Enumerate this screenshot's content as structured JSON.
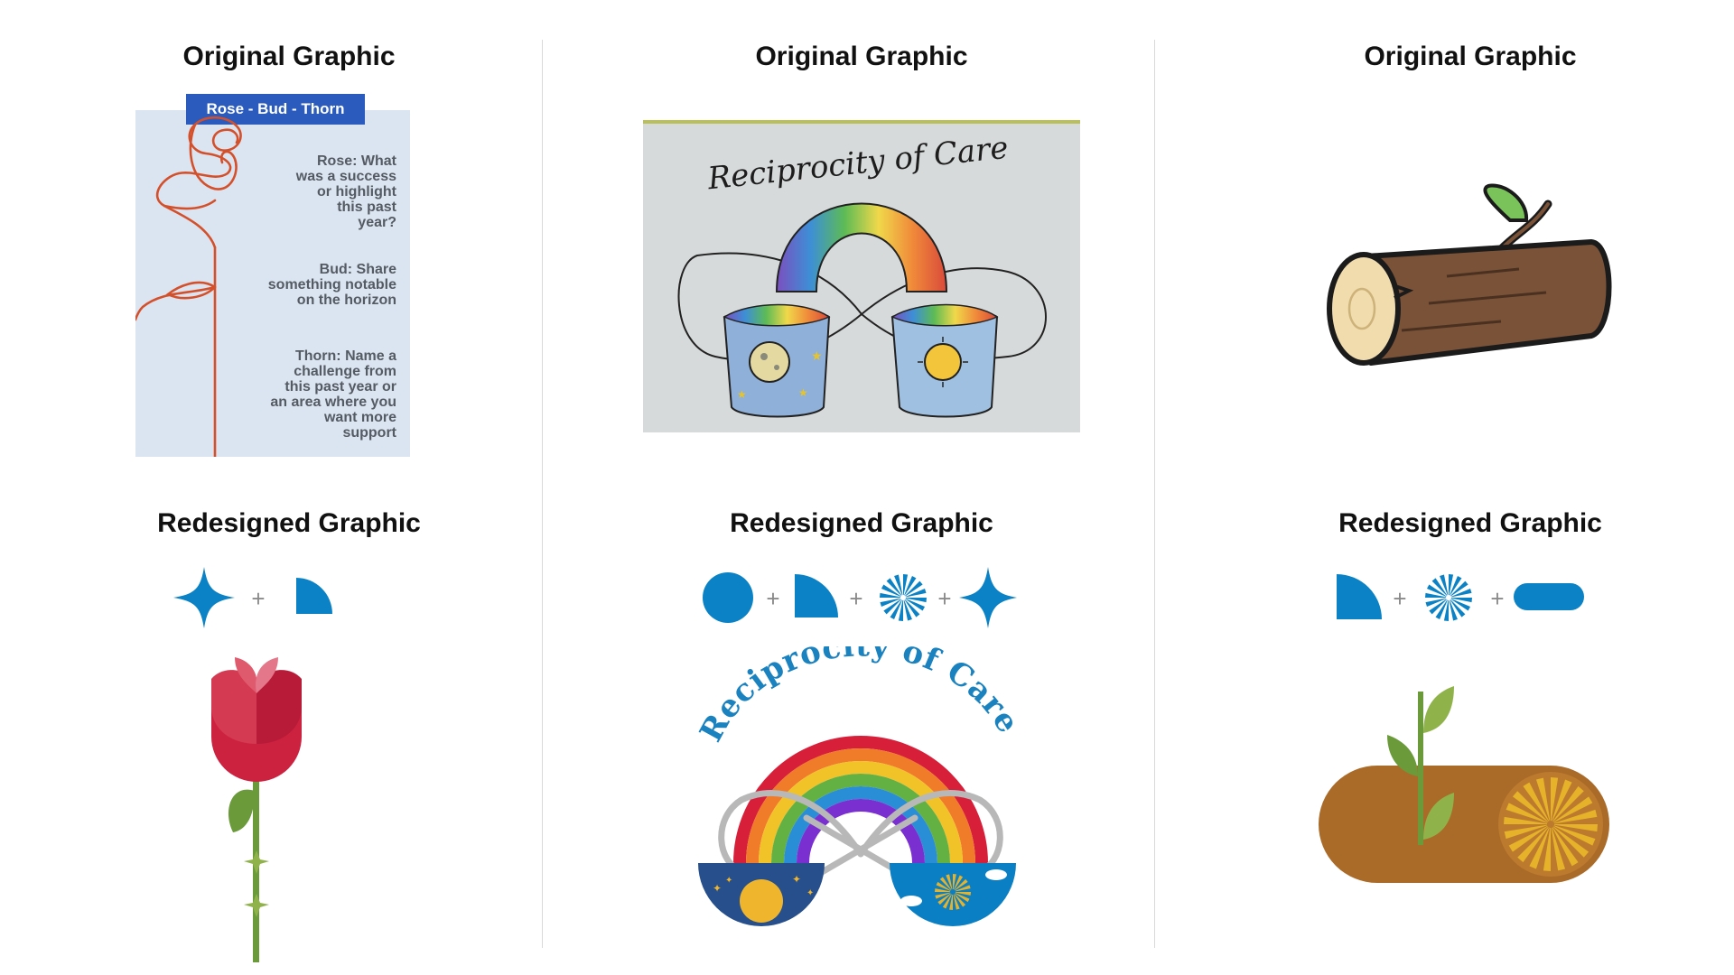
{
  "columns": [
    {
      "original_heading": "Original Graphic",
      "redesigned_heading": "Redesigned Graphic"
    },
    {
      "original_heading": "Original Graphic",
      "redesigned_heading": "Redesigned Graphic"
    },
    {
      "original_heading": "Original Graphic",
      "redesigned_heading": "Redesigned Graphic"
    }
  ],
  "rose_bud_thorn": {
    "badge": "Rose - Bud - Thorn",
    "rose_lines": [
      "Rose: What",
      "was a success",
      "or highlight",
      "this past",
      "year?"
    ],
    "bud_lines": [
      "Bud: Share",
      "something notable",
      "on the horizon"
    ],
    "thorn_lines": [
      "Thorn: Name a",
      "challenge from",
      "this past year or",
      "an area where you",
      "want more",
      "support"
    ]
  },
  "reciprocity": {
    "handwritten_title": "Reciprocity of Care",
    "redesigned_title": "Reciprocity of Care"
  },
  "formula_operator": "+",
  "colors": {
    "icon_blue": "#0a82c5",
    "operator_gray": "#8a8a8a",
    "rose_red": "#cc2240",
    "stem_green": "#5f8a3a",
    "log_brown": "#ab6b28",
    "sun_gold": "#e6b22a",
    "bowl_navy": "#264f8c",
    "badge_blue": "#2a5bbd"
  },
  "icons": {
    "col1": [
      "sparkle-icon",
      "quarter-circle-icon"
    ],
    "col2": [
      "circle-icon",
      "quarter-circle-icon",
      "sunburst-icon",
      "sparkle-icon"
    ],
    "col3": [
      "quarter-circle-icon",
      "sunburst-icon",
      "pill-icon"
    ]
  }
}
